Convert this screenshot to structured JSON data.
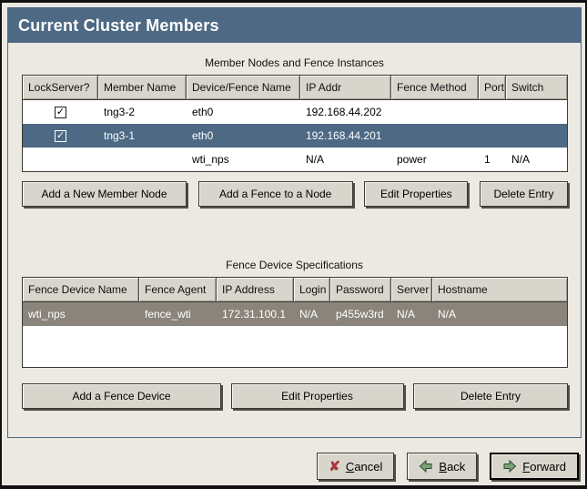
{
  "window": {
    "title": "Current Cluster Members"
  },
  "colors": {
    "titlebar": "#4D6984",
    "selected_row_blue": "#4D6984",
    "selected_row_gray": "#8A847A",
    "background": "#ECE9E2",
    "header_cell": "#D8D5CD",
    "cancel_icon_red": "#A8383E",
    "arrow_icon_green": "#79A377"
  },
  "member_section": {
    "caption": "Member Nodes and Fence Instances",
    "columns": [
      "LockServer?",
      "Member Name",
      "Device/Fence Name",
      "IP Addr",
      "Fence Method",
      "Port",
      "Switch"
    ],
    "checkbox_glyph": "✓",
    "rows": [
      {
        "lockserver": "✓",
        "member_name": "tng3-2",
        "device_fence_name": "eth0",
        "ip_addr": "192.168.44.202",
        "fence_method": "",
        "port": "",
        "switch": "",
        "selected": false
      },
      {
        "lockserver": "✓",
        "member_name": "tng3-1",
        "device_fence_name": "eth0",
        "ip_addr": "192.168.44.201",
        "fence_method": "",
        "port": "",
        "switch": "",
        "selected": true
      },
      {
        "lockserver": "",
        "member_name": "",
        "device_fence_name": "wti_nps",
        "ip_addr": "N/A",
        "fence_method": "power",
        "port": "1",
        "switch": "N/A",
        "selected": false
      }
    ],
    "buttons": [
      "Add a New Member Node",
      "Add a Fence to a Node",
      "Edit Properties",
      "Delete Entry"
    ]
  },
  "fence_section": {
    "caption": "Fence Device Specifications",
    "columns": [
      "Fence Device Name",
      "Fence Agent",
      "IP Address",
      "Login",
      "Password",
      "Server",
      "Hostname"
    ],
    "rows": [
      {
        "fence_device_name": "wti_nps",
        "fence_agent": "fence_wti",
        "ip_address": "172.31.100.1",
        "login": "N/A",
        "password": "p455w3rd",
        "server": "N/A",
        "hostname": "N/A",
        "selected": true
      }
    ],
    "buttons": [
      "Add a Fence Device",
      "Edit Properties",
      "Delete Entry"
    ]
  },
  "footer": {
    "buttons": [
      {
        "mnemonic": "C",
        "rest": "ancel",
        "icon": "cancel-x-icon",
        "glyph": "✘"
      },
      {
        "mnemonic": "B",
        "rest": "ack",
        "icon": "arrow-left-icon"
      },
      {
        "mnemonic": "F",
        "rest": "orward",
        "icon": "arrow-right-icon"
      }
    ]
  }
}
